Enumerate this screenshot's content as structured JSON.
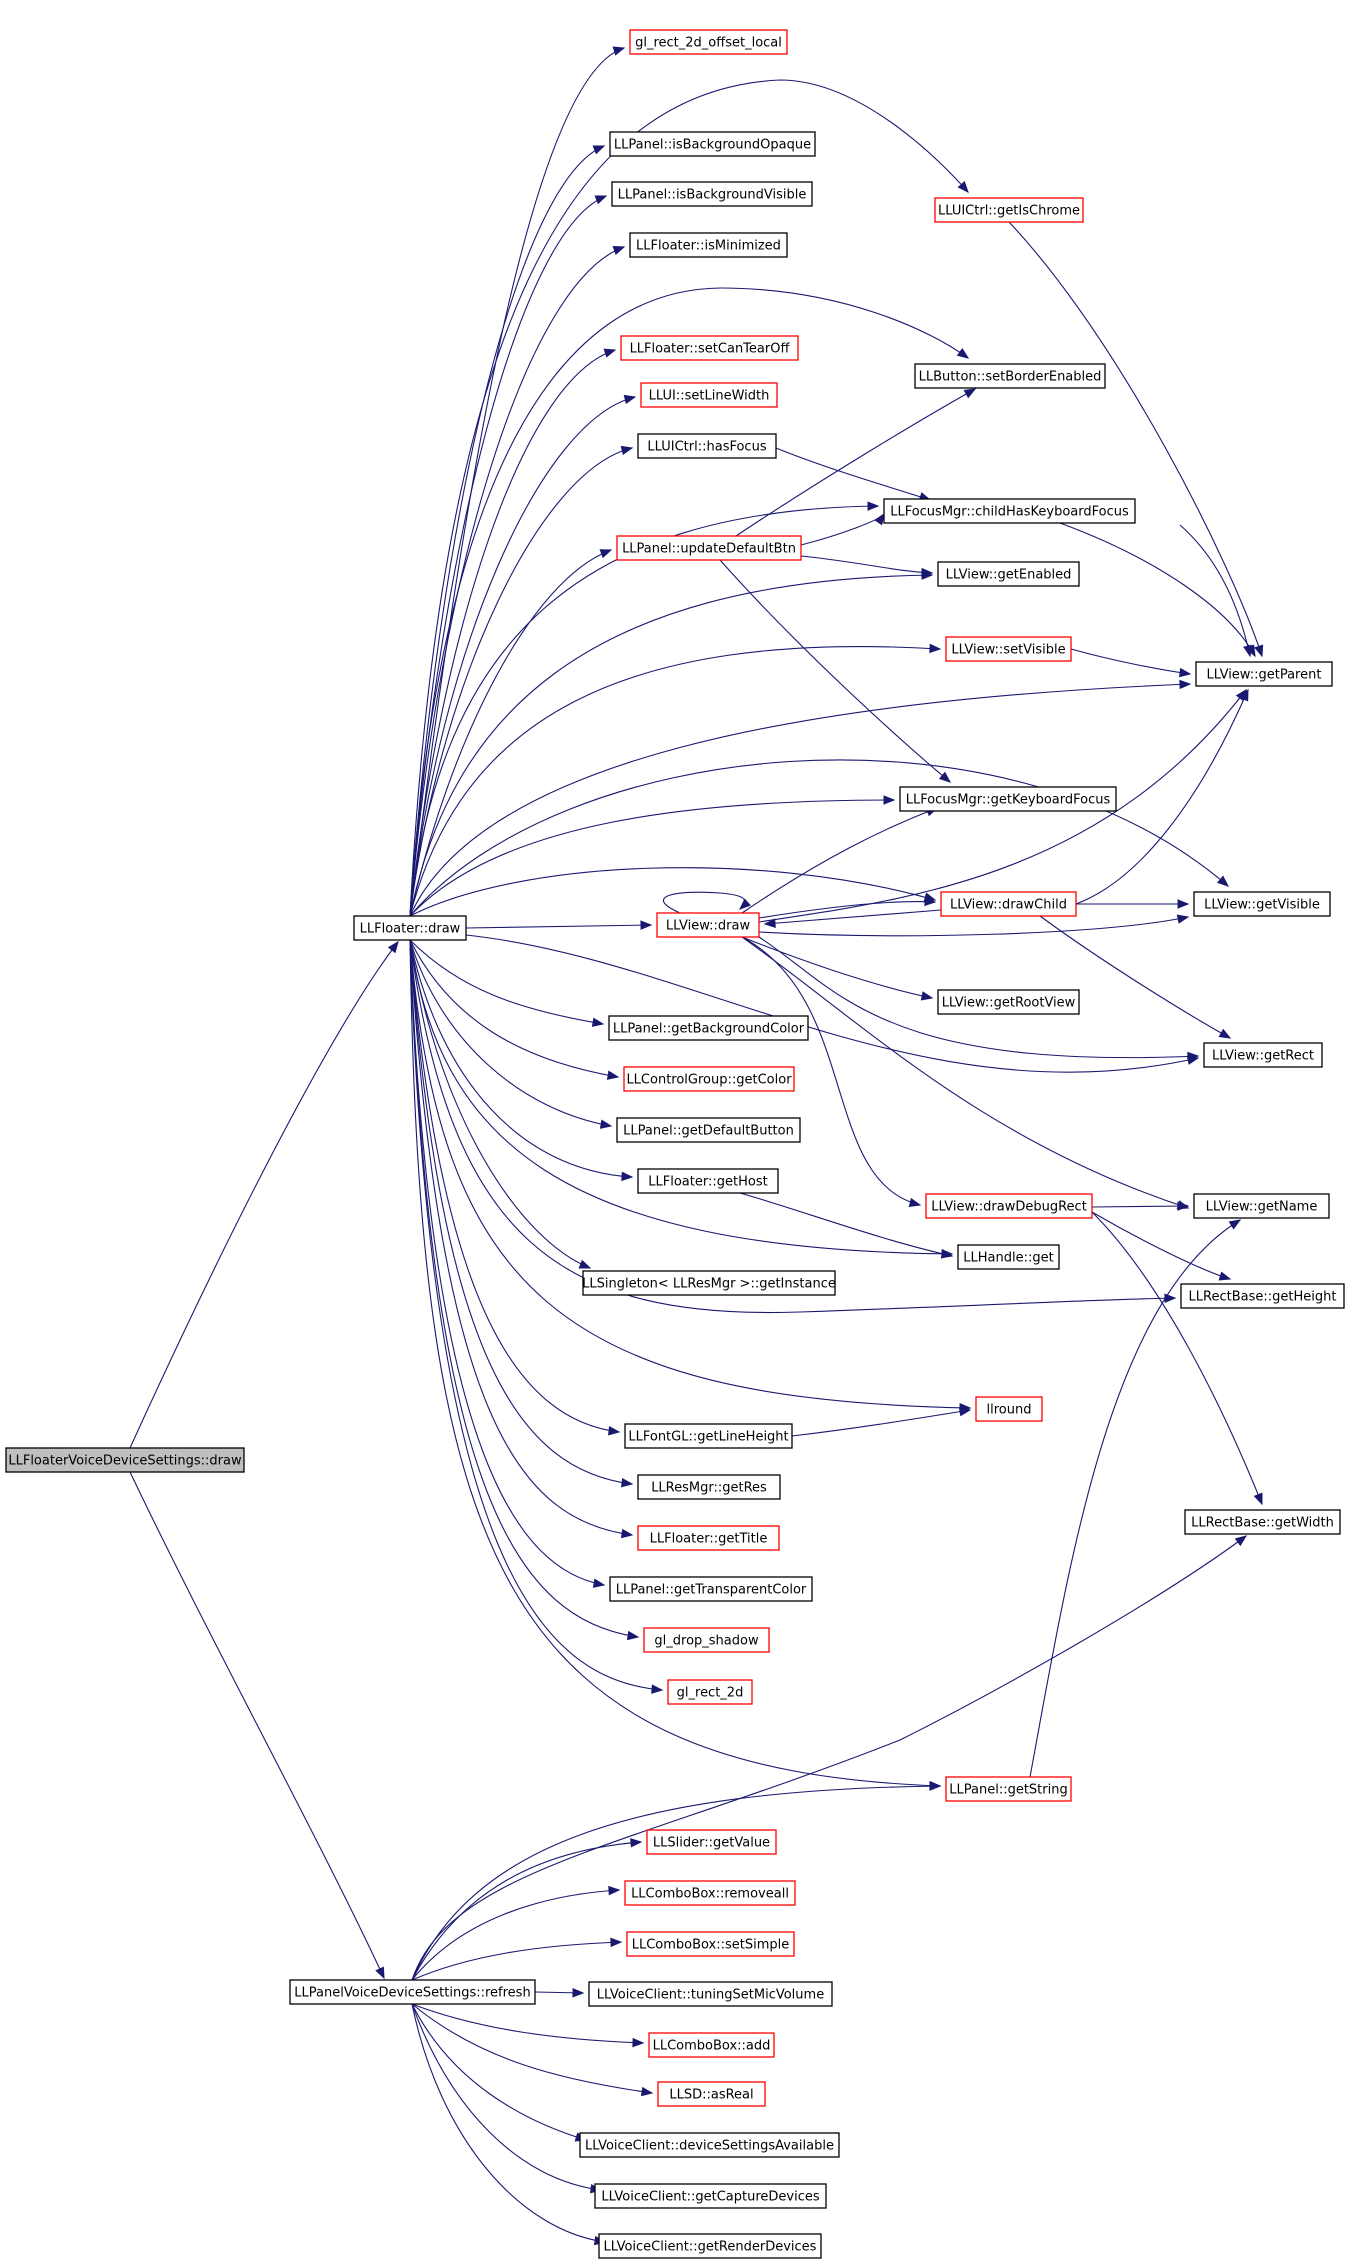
{
  "colors": {
    "edge": "#191970",
    "border_default": "#000000",
    "border_linked": "#ff0000",
    "fill_root": "#bfbfbf",
    "fill_default": "#ffffff"
  },
  "nodes": [
    {
      "id": "root",
      "label": "LLFloaterVoiceDeviceSettings::draw",
      "style": "root"
    },
    {
      "id": "fdraw",
      "label": "LLFloater::draw",
      "style": "plain"
    },
    {
      "id": "refresh",
      "label": "LLPanelVoiceDeviceSettings::refresh",
      "style": "plain"
    },
    {
      "id": "gl_off",
      "label": "gl_rect_2d_offset_local",
      "style": "red"
    },
    {
      "id": "bgOpaque",
      "label": "LLPanel::isBackgroundOpaque",
      "style": "plain"
    },
    {
      "id": "bgVisible",
      "label": "LLPanel::isBackgroundVisible",
      "style": "plain"
    },
    {
      "id": "isMin",
      "label": "LLFloater::isMinimized",
      "style": "plain"
    },
    {
      "id": "tear",
      "label": "LLFloater::setCanTearOff",
      "style": "red"
    },
    {
      "id": "lineW",
      "label": "LLUI::setLineWidth",
      "style": "red"
    },
    {
      "id": "hasFocus",
      "label": "LLUICtrl::hasFocus",
      "style": "plain"
    },
    {
      "id": "upd",
      "label": "LLPanel::updateDefaultBtn",
      "style": "red"
    },
    {
      "id": "chrome",
      "label": "LLUICtrl::getIsChrome",
      "style": "red"
    },
    {
      "id": "border",
      "label": "LLButton::setBorderEnabled",
      "style": "plain"
    },
    {
      "id": "childKF",
      "label": "LLFocusMgr::childHasKeyboardFocus",
      "style": "plain"
    },
    {
      "id": "enabled",
      "label": "LLView::getEnabled",
      "style": "plain"
    },
    {
      "id": "setVis",
      "label": "LLView::setVisible",
      "style": "red"
    },
    {
      "id": "kf",
      "label": "LLFocusMgr::getKeyboardFocus",
      "style": "plain"
    },
    {
      "id": "vdraw",
      "label": "LLView::draw",
      "style": "red"
    },
    {
      "id": "dchild",
      "label": "LLView::drawChild",
      "style": "red"
    },
    {
      "id": "rootView",
      "label": "LLView::getRootView",
      "style": "plain"
    },
    {
      "id": "parent",
      "label": "LLView::getParent",
      "style": "plain"
    },
    {
      "id": "visible",
      "label": "LLView::getVisible",
      "style": "plain"
    },
    {
      "id": "rect",
      "label": "LLView::getRect",
      "style": "plain"
    },
    {
      "id": "name",
      "label": "LLView::getName",
      "style": "plain"
    },
    {
      "id": "height",
      "label": "LLRectBase::getHeight",
      "style": "plain"
    },
    {
      "id": "width",
      "label": "LLRectBase::getWidth",
      "style": "plain"
    },
    {
      "id": "bgColor",
      "label": "LLPanel::getBackgroundColor",
      "style": "plain"
    },
    {
      "id": "cgColor",
      "label": "LLControlGroup::getColor",
      "style": "red"
    },
    {
      "id": "defBtn",
      "label": "LLPanel::getDefaultButton",
      "style": "plain"
    },
    {
      "id": "host",
      "label": "LLFloater::getHost",
      "style": "plain"
    },
    {
      "id": "dbg",
      "label": "LLView::drawDebugRect",
      "style": "red"
    },
    {
      "id": "handle",
      "label": "LLHandle::get",
      "style": "plain"
    },
    {
      "id": "singleton",
      "label": "LLSingleton< LLResMgr >::getInstance",
      "style": "plain"
    },
    {
      "id": "llround",
      "label": "llround",
      "style": "red"
    },
    {
      "id": "lineH",
      "label": "LLFontGL::getLineHeight",
      "style": "plain"
    },
    {
      "id": "getRes",
      "label": "LLResMgr::getRes",
      "style": "plain"
    },
    {
      "id": "title",
      "label": "LLFloater::getTitle",
      "style": "red"
    },
    {
      "id": "transp",
      "label": "LLPanel::getTransparentColor",
      "style": "plain"
    },
    {
      "id": "shadow",
      "label": "gl_drop_shadow",
      "style": "red"
    },
    {
      "id": "rect2d",
      "label": "gl_rect_2d",
      "style": "red"
    },
    {
      "id": "getString",
      "label": "LLPanel::getString",
      "style": "red"
    },
    {
      "id": "sliderVal",
      "label": "LLSlider::getValue",
      "style": "red"
    },
    {
      "id": "removeall",
      "label": "LLComboBox::removeall",
      "style": "red"
    },
    {
      "id": "setSimple",
      "label": "LLComboBox::setSimple",
      "style": "red"
    },
    {
      "id": "micVol",
      "label": "LLVoiceClient::tuningSetMicVolume",
      "style": "plain"
    },
    {
      "id": "cbAdd",
      "label": "LLComboBox::add",
      "style": "red"
    },
    {
      "id": "asReal",
      "label": "LLSD::asReal",
      "style": "red"
    },
    {
      "id": "devAvail",
      "label": "LLVoiceClient::deviceSettingsAvailable",
      "style": "plain"
    },
    {
      "id": "capDev",
      "label": "LLVoiceClient::getCaptureDevices",
      "style": "plain"
    },
    {
      "id": "renDev",
      "label": "LLVoiceClient::getRenderDevices",
      "style": "plain"
    }
  ]
}
